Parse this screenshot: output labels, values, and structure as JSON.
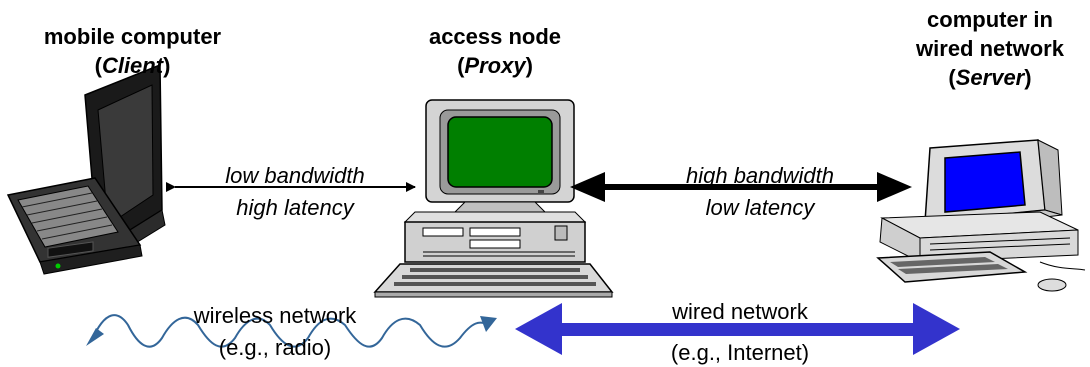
{
  "client": {
    "title": "mobile computer",
    "role_open": "(",
    "role": "Client",
    "role_close": ")"
  },
  "proxy": {
    "title": "access node",
    "role_open": "(",
    "role": "Proxy",
    "role_close": ")"
  },
  "server": {
    "title_line1": "computer in",
    "title_line2": "wired network",
    "role_open": "(",
    "role": "Server",
    "role_close": ")"
  },
  "link_left": {
    "line1": "low bandwidth",
    "line2": "high latency"
  },
  "link_right": {
    "line1": "high bandwidth",
    "line2": "low latency"
  },
  "wireless": {
    "line1": "wireless network",
    "line2": "(e.g., radio)"
  },
  "wired": {
    "line1": "wired network",
    "line2": "(e.g., Internet)"
  },
  "colors": {
    "screen_green": "#007f00",
    "screen_blue": "#0000ff",
    "wired_arrow": "#3333cc",
    "wave": "#336699"
  }
}
